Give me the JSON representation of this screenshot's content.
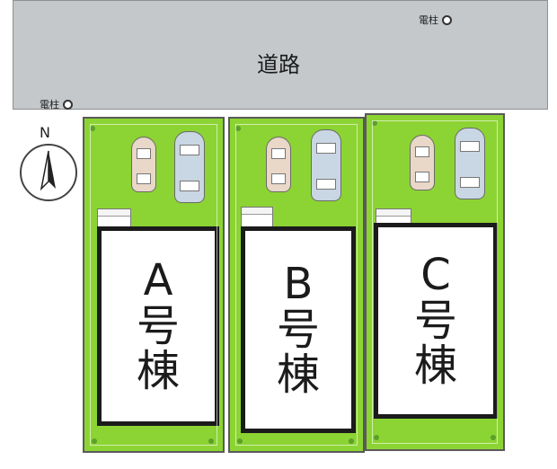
{
  "road": {
    "label": "道路"
  },
  "poles": [
    {
      "label": "電柱"
    },
    {
      "label": "電柱"
    }
  ],
  "compass": {
    "label": "N"
  },
  "lots": [
    {
      "line1": "A",
      "line2": "号",
      "line3": "棟"
    },
    {
      "line1": "B",
      "line2": "号",
      "line3": "棟"
    },
    {
      "line1": "C",
      "line2": "号",
      "line3": "棟"
    }
  ],
  "colors": {
    "road": "#c4c8cb",
    "lawn": "#8cd433",
    "wall": "#1b1b1b"
  }
}
